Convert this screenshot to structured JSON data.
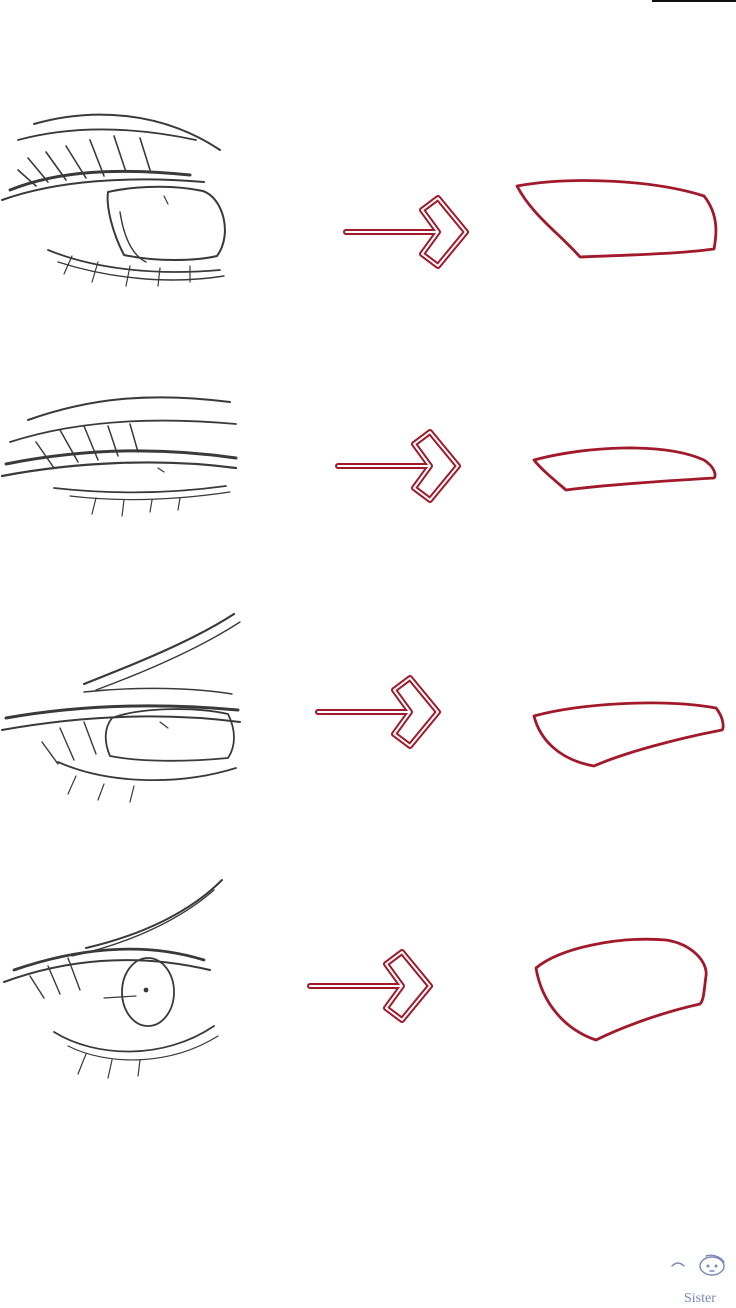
{
  "illustration": {
    "signature_text": "Sister",
    "colors": {
      "background": "#ffffff",
      "sketch": "#3a3a3a",
      "arrow_outline": "#a1192a",
      "shape_outline": "#a1192a",
      "signature": "#7b86b8"
    },
    "rows": [
      {
        "eye": "sketch-eye-icon",
        "arrow": "right-arrow-icon",
        "shape": "eye-shape-outline"
      },
      {
        "eye": "sketch-eye-icon",
        "arrow": "right-arrow-icon",
        "shape": "eye-shape-outline"
      },
      {
        "eye": "sketch-eye-icon",
        "arrow": "right-arrow-icon",
        "shape": "eye-shape-outline"
      },
      {
        "eye": "sketch-eye-icon",
        "arrow": "right-arrow-icon",
        "shape": "eye-shape-outline"
      }
    ]
  }
}
